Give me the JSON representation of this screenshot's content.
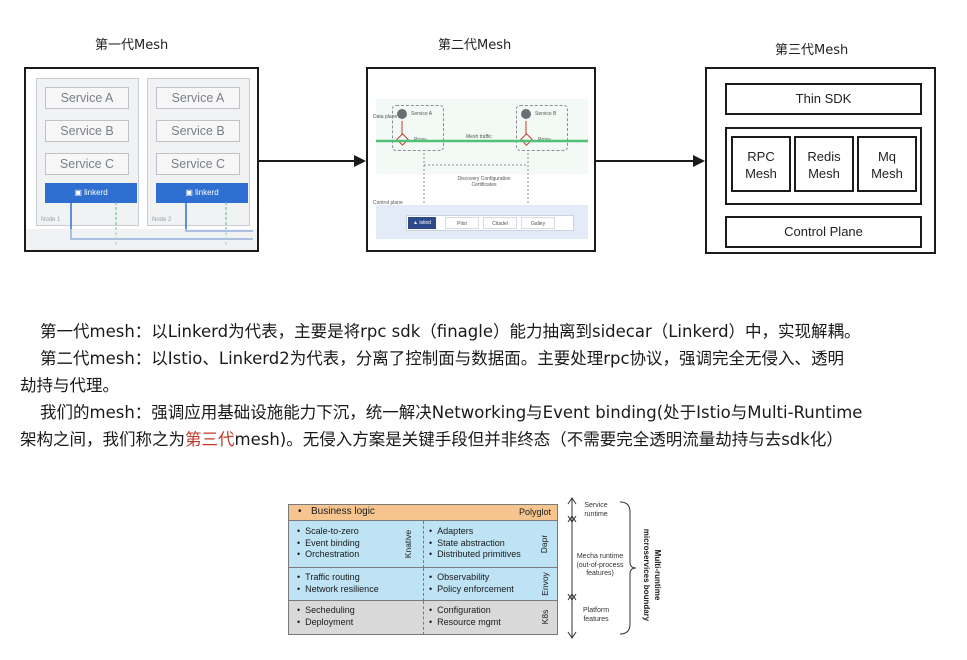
{
  "generations": {
    "gen1": {
      "title": "第一代Mesh",
      "nodes": [
        {
          "services": [
            "Service A",
            "Service B",
            "Service C"
          ],
          "proxy": "linkerd",
          "label": "Node 1"
        },
        {
          "services": [
            "Service A",
            "Service B",
            "Service C"
          ],
          "proxy": "linkerd",
          "label": "Node 2"
        }
      ]
    },
    "gen2": {
      "title": "第二代Mesh",
      "data_plane_label": "Data plane",
      "control_plane_label": "Control plane",
      "service_a": "Service A",
      "service_b": "Service B",
      "proxy_a": "Proxy",
      "proxy_b": "Proxy",
      "mesh_traffic": "Mesh traffic",
      "discovery": "Discovery Configuration Certificates",
      "istiod": "istiod",
      "cp_items": [
        "Pilot",
        "Citadel",
        "Galley"
      ]
    },
    "gen3": {
      "title": "第三代Mesh",
      "sdk": "Thin SDK",
      "meshes": [
        {
          "line1": "RPC",
          "line2": "Mesh"
        },
        {
          "line1": "Redis",
          "line2": "Mesh"
        },
        {
          "line1": "Mq",
          "line2": "Mesh"
        }
      ],
      "control_plane": "Control Plane"
    }
  },
  "paragraphs": {
    "p1": "第一代mesh：以Linkerd为代表，主要是将rpc sdk（finagle）能力抽离到sidecar（Linkerd）中，实现解耦。",
    "p2a": "第二代mesh：以Istio、Linkerd2为代表，分离了控制面与数据面。主要处理rpc协议，强调完全无侵入、透明",
    "p2b": "劫持与代理。",
    "p3a": "我们的mesh：强调应用基础设施能力下沉，统一解决Networking与Event binding(处于Istio与Multi-Runtime",
    "p3b_pre": "架构之间，我们称之为",
    "p3b_red": "第三代",
    "p3b_post": "mesh)。无侵入方案是关键手段但并非终态（不需要完全透明流量劫持与去sdk化）"
  },
  "stack": {
    "business": {
      "left": "Business logic",
      "right": "Polyglot"
    },
    "knative": {
      "label": "Knative",
      "items": [
        "Scale-to-zero",
        "Event binding",
        "Orchestration"
      ]
    },
    "dapr": {
      "label": "Dapr",
      "items": [
        "Adapters",
        "State abstraction",
        "Distributed primitives"
      ]
    },
    "envoy_left": [
      "Traffic routing",
      "Network resilience"
    ],
    "envoy": {
      "label": "Envoy",
      "items": [
        "Observability",
        "Policy enforcement"
      ]
    },
    "k8s_left": [
      "Secheduling",
      "Deployment"
    ],
    "k8s": {
      "label": "K8s",
      "items": [
        "Configuration",
        "Resource mgmt"
      ]
    },
    "bullet": "•",
    "annotations": {
      "service_runtime": [
        "Service",
        "runtime"
      ],
      "mecha_runtime": [
        "Mecha runtime",
        "(out-of-process",
        "features)"
      ],
      "platform": [
        "Platform",
        "features"
      ],
      "boundary": [
        "Multi-runtime",
        "microservices boundary"
      ]
    }
  },
  "colors": {
    "business_bg": "#f6c58f",
    "middle_bg": "#bde3f4",
    "k8s_bg": "#d9d9d9",
    "linkerd_blue": "#2f6fd1",
    "highlight_red": "#c0392b",
    "mesh_green": "#53c07a"
  }
}
